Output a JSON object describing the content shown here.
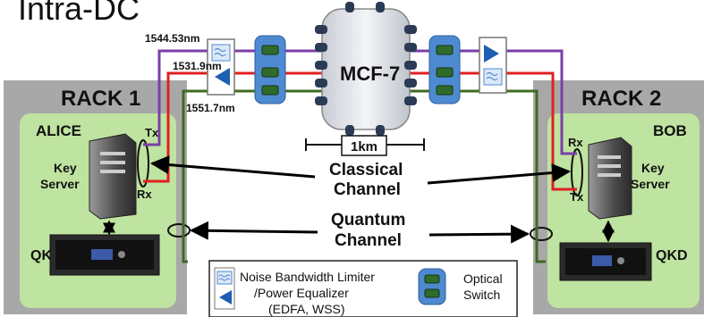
{
  "title": "Intra-DC",
  "racks": [
    {
      "label": "RACK 1",
      "node": "ALICE",
      "server_label_line1": "Key",
      "server_label_line2": "Server",
      "tx": "Tx",
      "rx": "Rx",
      "qkd": "QKD"
    },
    {
      "label": "RACK 2",
      "node": "BOB",
      "server_label_line1": "Key",
      "server_label_line2": "Server",
      "tx": "Tx",
      "rx": "Rx",
      "qkd": "QKD"
    }
  ],
  "wavelengths": [
    "1544.53nm",
    "1531.9nm",
    "1551.7nm"
  ],
  "fiber": {
    "label": "MCF-7",
    "length": "1km"
  },
  "channels": {
    "classical_line1": "Classical",
    "classical_line2": "Channel",
    "quantum_line1": "Quantum",
    "quantum_line2": "Channel"
  },
  "legend": {
    "item1_line1": "Noise Bandwidth Limiter",
    "item1_line2": "/Power Equalizer",
    "item1_line3": "(EDFA, WSS)",
    "item2_line1": "Optical",
    "item2_line2": "Switch"
  },
  "colors": {
    "purple": "#7b3fa8",
    "red": "#e02020",
    "green": "#3f6b22",
    "rack_gray": "#a8a8a8",
    "rack_green": "#bfe3a0",
    "switch_blue": "#4e8ad1"
  }
}
